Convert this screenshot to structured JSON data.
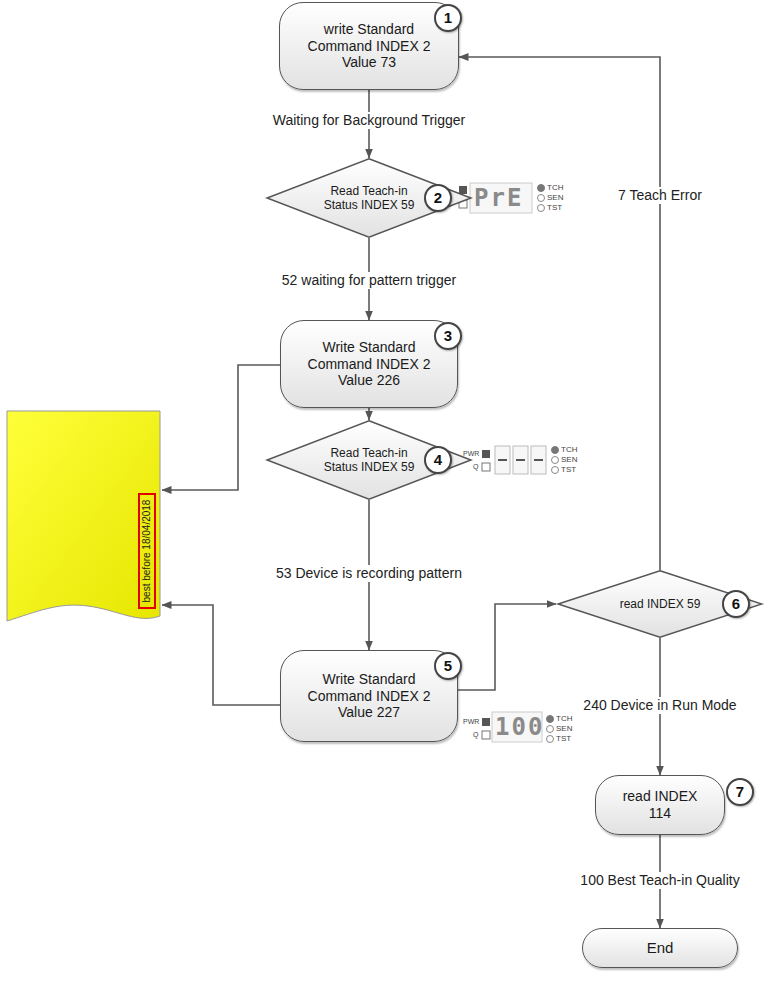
{
  "diagram": {
    "nodes": [
      {
        "text": [
          "write Standard Command INDEX 2 Value 73"
        ]
      },
      {
        "text": [
          "Read Teach-in Status INDEX 59"
        ]
      },
      {
        "text": [
          "Write Standard Command INDEX 2 Value 226"
        ]
      },
      {
        "text": [
          "Read Teach-in Status INDEX 59"
        ]
      },
      {
        "text": [
          "Write Standard Command INDEX 2 Value 227"
        ]
      },
      {
        "text": [
          "read INDEX 59"
        ]
      },
      {
        "text": [
          "read INDEX 114"
        ]
      },
      {
        "text": [
          "End"
        ]
      },
      {
        "text": [
          "best before 18/04/2018"
        ]
      }
    ],
    "edges": [
      {
        "from": 0,
        "to": 1,
        "arrow": "to",
        "label": "Waiting for Background Trigger"
      },
      {
        "from": 1,
        "to": 2,
        "arrow": "to",
        "label": "52 waiting for pattern trigger"
      },
      {
        "from": 2,
        "to": 3,
        "arrow": "to"
      },
      {
        "from": 3,
        "to": 4,
        "arrow": "to",
        "label": "53 Device is recording pattern"
      },
      {
        "from": 4,
        "to": 5,
        "arrow": "to"
      },
      {
        "from": 5,
        "to": 0,
        "arrow": "to",
        "label": "7 Teach Error"
      },
      {
        "from": 5,
        "to": 6,
        "arrow": "to",
        "label": "240 Device in Run Mode"
      },
      {
        "from": 6,
        "to": 7,
        "arrow": "to",
        "label": "100 Best Teach-in Quality"
      },
      {
        "from": 2,
        "to": 8,
        "arrow": "to"
      },
      {
        "from": 4,
        "to": 8,
        "arrow": "to"
      }
    ],
    "labels": [
      "1",
      "2",
      "3",
      "4",
      "5",
      "6",
      "7",
      "PrE",
      "TCH",
      "SEN",
      "TST",
      "PWR",
      "Q",
      "TCH",
      "SEN",
      "TST",
      "PWR",
      "Q",
      "100",
      "TCH",
      "SEN",
      "TST"
    ]
  }
}
